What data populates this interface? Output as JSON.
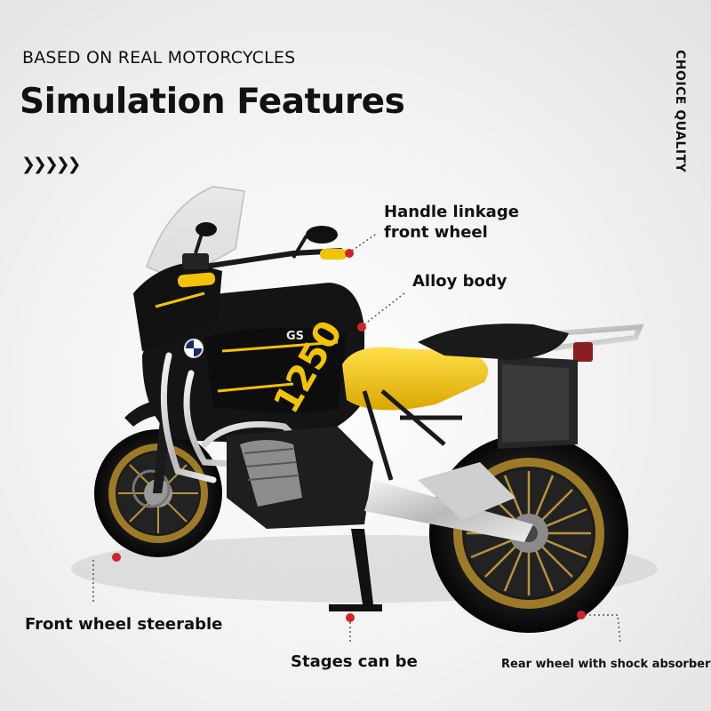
{
  "header": {
    "subtitle": "BASED ON REAL MOTORCYCLES",
    "title": "Simulation Features",
    "chevrons": "❯❯❯❯❯",
    "side_text": "CHOICE QUALITY"
  },
  "callouts": {
    "handle_line1": "Handle linkage",
    "handle_line2": "front wheel",
    "alloy": "Alloy body",
    "front_wheel": "Front wheel steerable",
    "stages": "Stages can be",
    "rear_wheel": "Rear wheel with shock absorber"
  },
  "tank_text": {
    "model": "1250",
    "badge": "GS"
  },
  "colors": {
    "accent_yellow": "#f2c300",
    "body_black": "#141414",
    "rim_gold": "#9c7a28",
    "dot_red": "#d2232a"
  }
}
